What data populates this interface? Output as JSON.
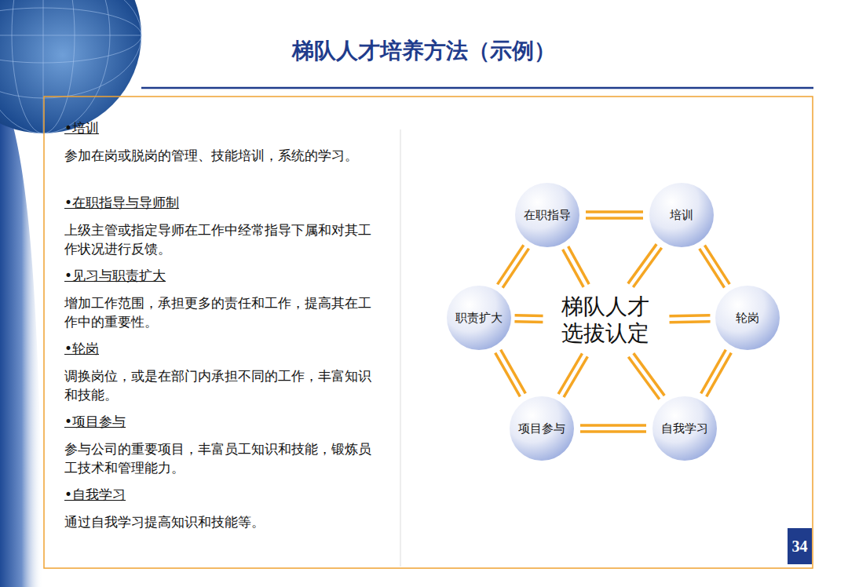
{
  "diagram": {
    "title": "梯队人才培养方法（示例）",
    "nodes": [
      {
        "text": [
          "在职指导"
        ]
      },
      {
        "text": [
          "培训"
        ]
      },
      {
        "text": [
          "职责扩大"
        ]
      },
      {
        "text": [
          "梯队人才 选拔认定"
        ]
      },
      {
        "text": [
          "轮岗"
        ]
      },
      {
        "text": [
          "项目参与"
        ]
      },
      {
        "text": [
          "自我学习"
        ]
      }
    ],
    "edges": [
      {
        "from": 0,
        "to": 1,
        "arrow": "none"
      },
      {
        "from": 0,
        "to": 2,
        "arrow": "none"
      },
      {
        "from": 1,
        "to": 4,
        "arrow": "none"
      },
      {
        "from": 2,
        "to": 5,
        "arrow": "none"
      },
      {
        "from": 4,
        "to": 6,
        "arrow": "none"
      },
      {
        "from": 5,
        "to": 6,
        "arrow": "none"
      },
      {
        "from": 3,
        "to": 0,
        "arrow": "none"
      },
      {
        "from": 3,
        "to": 1,
        "arrow": "none"
      },
      {
        "from": 3,
        "to": 2,
        "arrow": "none"
      },
      {
        "from": 3,
        "to": 4,
        "arrow": "none"
      },
      {
        "from": 3,
        "to": 5,
        "arrow": "none"
      },
      {
        "from": 3,
        "to": 6,
        "arrow": "none"
      }
    ],
    "labels": [
      "•培训",
      "参加在岗或脱岗的管理、技能培训，系统的学习。",
      "•在职指导与导师制",
      "上级主管或指定导师在工作中经常指导下属和对其工作状况进行反馈。",
      "•见习与职责扩大",
      "增加工作范围，承担更多的责任和工作，提高其在工作中的重要性。",
      "•轮岗",
      "调换岗位，或是在部门内承担不同的工作，丰富知识和技能。",
      "•项目参与",
      "参与公司的重要项目，丰富员工知识和技能，锻炼员工技术和管理能力。",
      "•自我学习",
      "通过自我学习提高知识和技能等。",
      "34"
    ]
  }
}
